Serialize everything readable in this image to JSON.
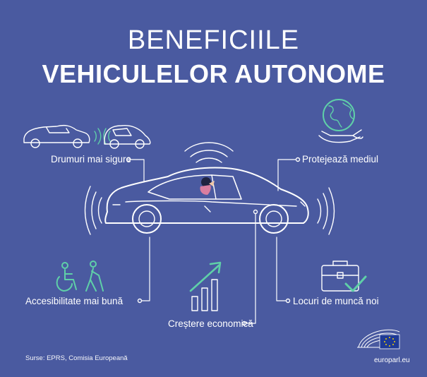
{
  "title": {
    "line1": "BENEFICIILE",
    "line2": "VEHICULELOR AUTONOME"
  },
  "benefits": {
    "safer_roads": "Drumuri mai sigure",
    "environment": "Protejează mediul",
    "accessibility": "Accesibilitate mai bună",
    "growth": "Creștere economică",
    "jobs": "Locuri de muncă noi"
  },
  "footer": {
    "sources": "Surse: EPRS, Comisia Europeană",
    "domain": "europarl.eu"
  },
  "icons": [
    "cars-communication-icon",
    "globe-hand-icon",
    "accessibility-people-icon",
    "growth-chart-icon",
    "briefcase-check-icon",
    "european-parliament-logo"
  ],
  "colors": {
    "background": "#4a5aa0",
    "accent_green": "#5fd0a8",
    "line": "#ffffff"
  }
}
